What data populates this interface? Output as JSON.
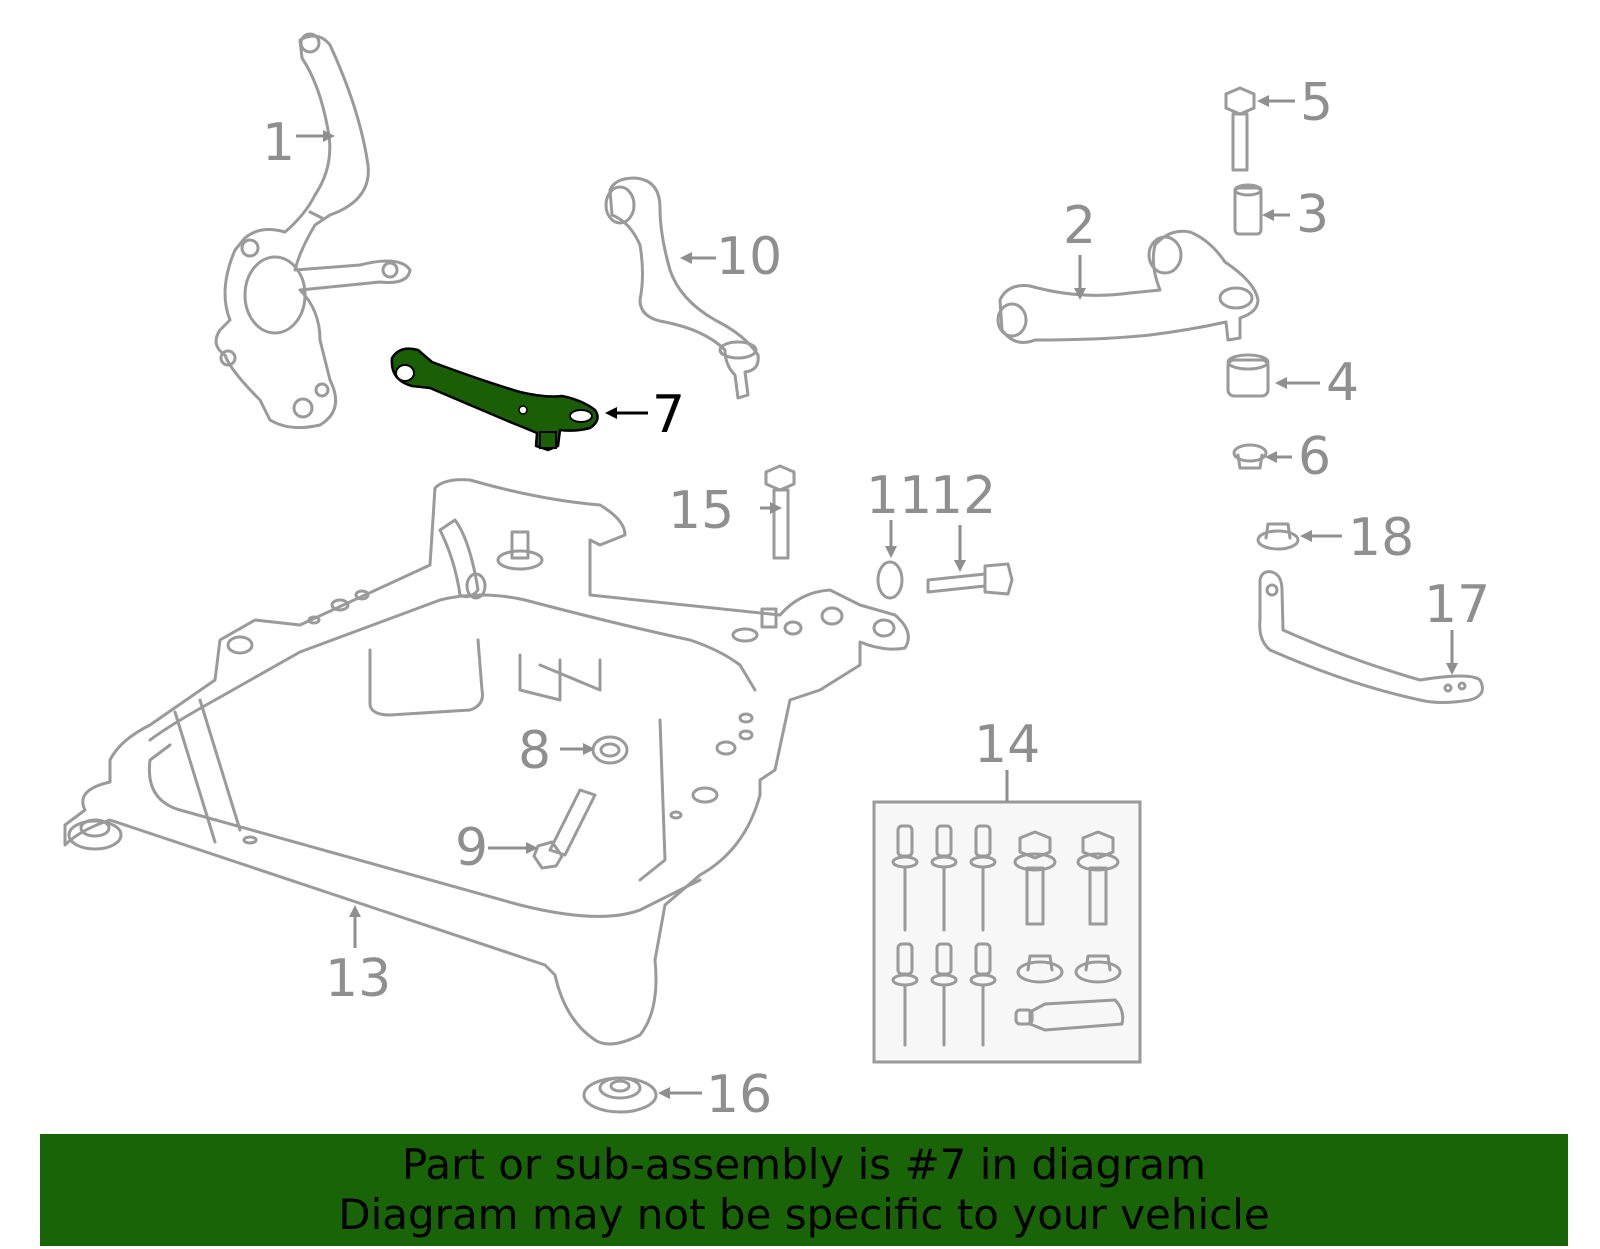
{
  "diagram": {
    "highlighted_part": "7",
    "callouts": [
      "1",
      "2",
      "3",
      "4",
      "5",
      "6",
      "7",
      "8",
      "9",
      "10",
      "11",
      "12",
      "13",
      "14",
      "15",
      "16",
      "17",
      "18"
    ]
  },
  "banner": {
    "line1": "Part or sub-assembly is #7 in diagram",
    "line2": "Diagram may not be specific to your vehicle"
  },
  "colors": {
    "highlight": "#1a5e06",
    "banner": "#1a6408",
    "linework": "#9a9a9a"
  }
}
